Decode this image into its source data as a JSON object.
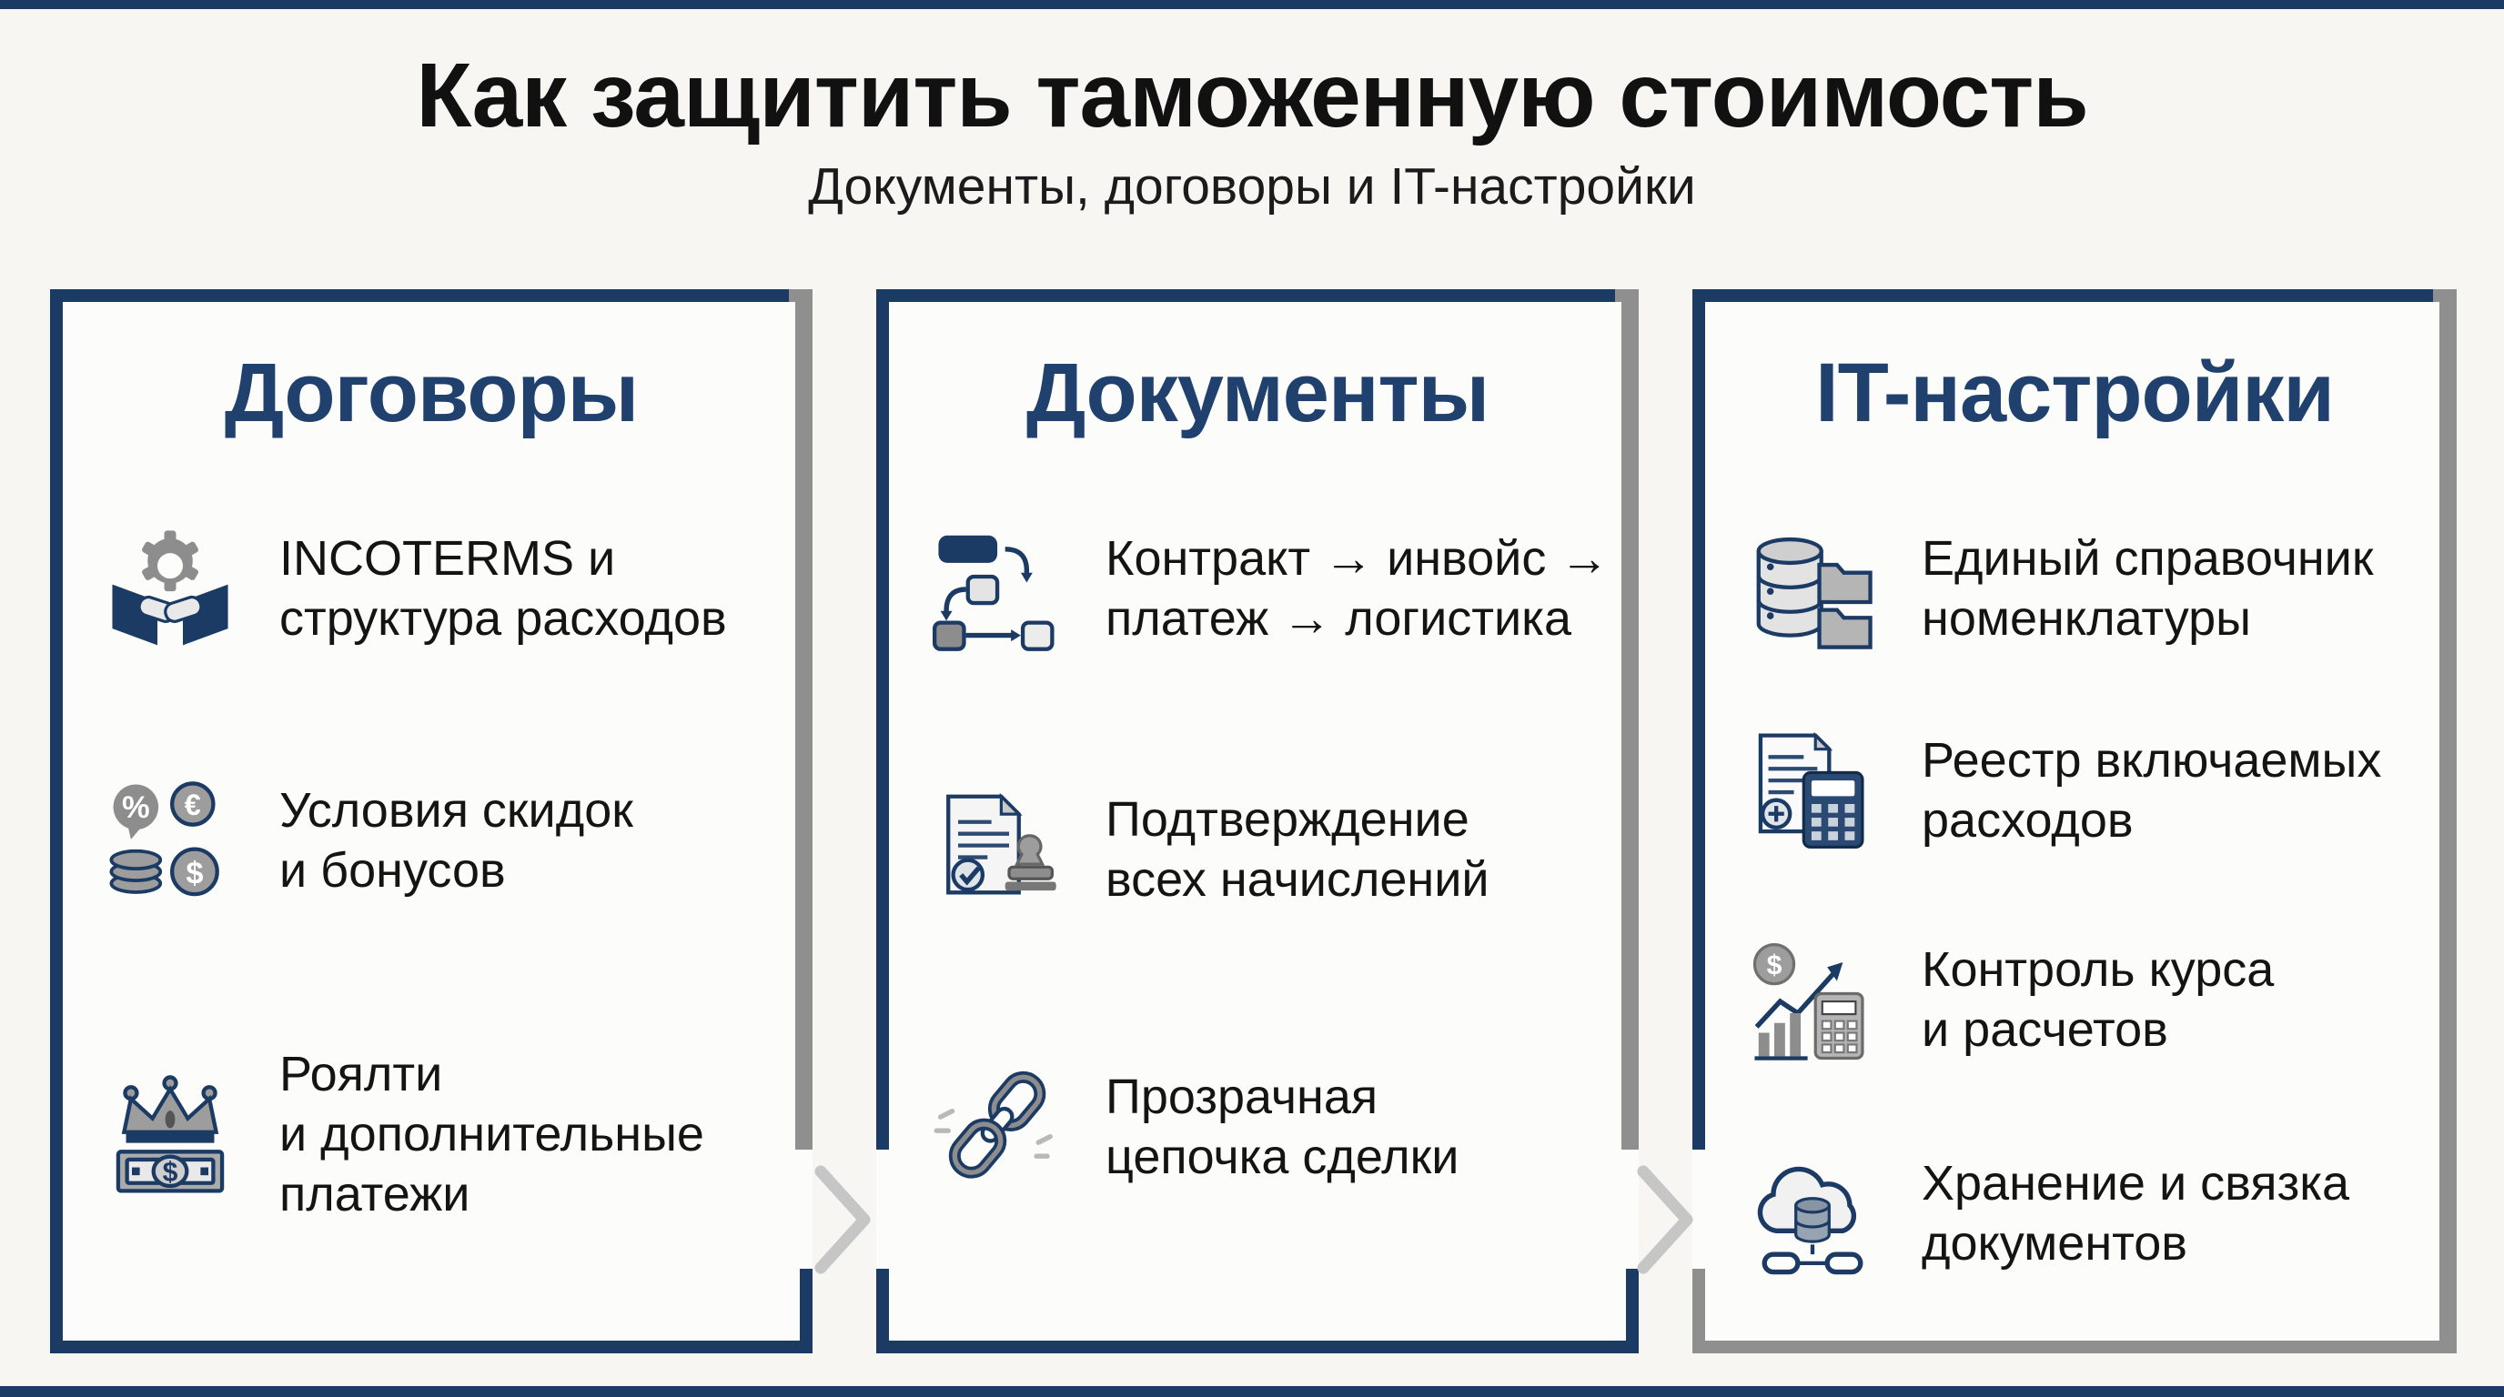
{
  "title": "Как защитить таможенную стоимость",
  "subtitle": "Документы, договоры и IT-настройки",
  "colors": {
    "accent_navy": "#1b3a64",
    "header_text": "#20406e",
    "shadow_gray": "#8f8f8f",
    "background": "#f7f6f3",
    "card_background": "#fcfcfa",
    "body_text": "#141414",
    "chevron_gray": "#c6c6c6"
  },
  "columns": [
    {
      "header": "Договоры",
      "items": [
        {
          "icon": "handshake-gear-icon",
          "text": "INCOTERMS и\nструктура расходов"
        },
        {
          "icon": "discounts-bonuses-icon",
          "text": "Условия скидок\nи бонусов"
        },
        {
          "icon": "royalty-money-icon",
          "text": "Роялти\nи дополнительные\nплатежи"
        }
      ]
    },
    {
      "header": "Документы",
      "items": [
        {
          "icon": "flowchart-icon",
          "text": "Контракт → инвойс →\nплатеж → логистика"
        },
        {
          "icon": "stamped-document-icon",
          "text": "Подтверждение\nвсех начислений"
        },
        {
          "icon": "chain-link-icon",
          "text": "Прозрачная\nцепочка сделки"
        }
      ]
    },
    {
      "header": "IT-настройки",
      "items": [
        {
          "icon": "database-folders-icon",
          "text": "Единый справочник\nноменклатуры"
        },
        {
          "icon": "expense-register-icon",
          "text": "Реестр включаемых\nрасходов"
        },
        {
          "icon": "exchange-rate-icon",
          "text": "Контроль курса\nи расчетов"
        },
        {
          "icon": "cloud-storage-icon",
          "text": "Хранение и связка\nдокументов"
        }
      ]
    }
  ]
}
